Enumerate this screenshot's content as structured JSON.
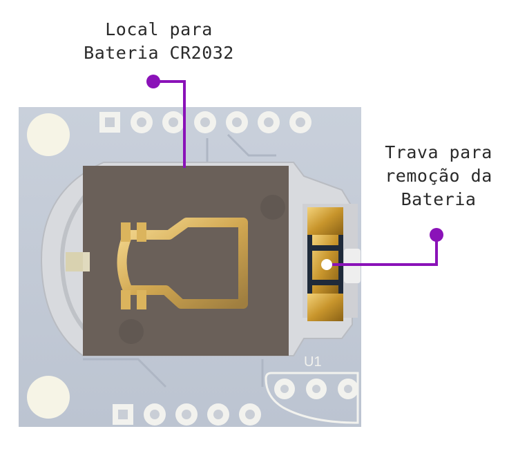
{
  "callouts": {
    "battery_slot": {
      "line1": "Local para",
      "line2": "Bateria CR2032"
    },
    "latch": {
      "line1": "Trava para",
      "line2": "remoção da",
      "line3": "Bateria"
    }
  },
  "board": {
    "silkscreen_label": "U1"
  },
  "colors": {
    "pcb": "#c4ccd8",
    "holder_plastic": "#d8dade",
    "holder_dark": "#4a3d35",
    "contact_gold": "#d4a43a",
    "callout_purple": "#8a12b8",
    "pad": "#f2f2ee"
  }
}
